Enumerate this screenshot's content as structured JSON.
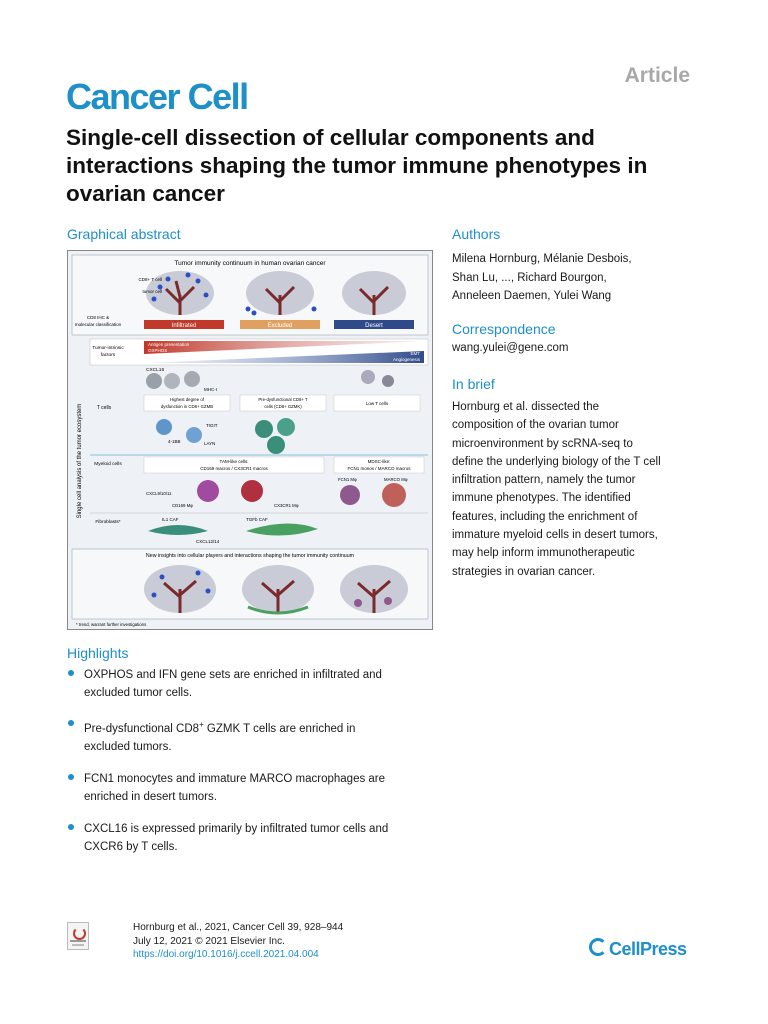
{
  "journal": "Cancer Cell",
  "article_type": "Article",
  "title": "Single-cell dissection of cellular components and interactions shaping the tumor immune phenotypes in ovarian cancer",
  "graphical_abstract": {
    "heading": "Graphical abstract",
    "top_title": "Tumor immunity continuum in human ovarian cancer",
    "labels": {
      "cd8_tcell": "CD8+ T cell",
      "tumor_cell": "tumor cell",
      "cd8_ihc": "CD8 IHC &",
      "molecular": "molecular classification",
      "infiltrated": "Infiltrated",
      "excluded": "Excluded",
      "desert": "Desert",
      "side_label": "Single cell analysis of the tumor ecosystem",
      "tumor_intrinsic": "Tumor-intrinsic",
      "factors": "factors",
      "antigen": "Antigen presentation",
      "oxphos": "OXPHOS",
      "emt": "EMT",
      "angiogenesis": "Angiogenesis",
      "cxcl16": "CXCL16",
      "mhc1": "MHC-I",
      "tcells": "T cells",
      "highest1": "Highest degree of",
      "highest2": "dysfunction in CD8+ GZMB",
      "predys1": "Pre-dysfunctional CD8+ T",
      "predys2": "cells (CD8+ GZMK)",
      "low_t": "Low T cells",
      "tigit": "TIGIT",
      "fourone": "4-1BB",
      "layn": "LAYN",
      "myeloid": "Myeloid cells",
      "tam1": "TAM-like cells:",
      "tam2": "CD169 macros / CX3CR1 macros",
      "mdsc1": "MDSC-like:",
      "mdsc2": "FCN1 monos / MARCO macros",
      "fcn1": "FCN1 Mφ",
      "marco": "MARCO Mφ",
      "cxcl9": "CXCL9/10/11",
      "cd169": "CD169 Mφ",
      "cx3cr1": "CX3CR1 Mφ",
      "fibro": "Fibroblasts*",
      "il1": "IL1 CAF",
      "tgfb": "TGFb CAF",
      "cxcl12": "CXCL12/14",
      "new_insights": "New insights into cellular players and interactions shaping the tumor immunity continuum",
      "footnote": "* trend, warrant further investigations"
    }
  },
  "authors": {
    "heading": "Authors",
    "lines": [
      "Milena Hornburg, Mélanie Desbois,",
      "Shan Lu, ..., Richard Bourgon,",
      "Anneleen Daemen, Yulei Wang"
    ]
  },
  "correspondence": {
    "heading": "Correspondence",
    "email": "wang.yulei@gene.com"
  },
  "in_brief": {
    "heading": "In brief",
    "lines": [
      "Hornburg et al. dissected the",
      "composition of the ovarian tumor",
      "microenvironment by scRNA-seq to",
      "define the underlying biology of the T cell",
      "infiltration pattern, namely the tumor",
      "immune phenotypes. The identified",
      "features, including the enrichment of",
      "immature myeloid cells in desert tumors,",
      "may help inform immunotherapeutic",
      "strategies in ovarian cancer."
    ]
  },
  "highlights": {
    "heading": "Highlights",
    "items": [
      {
        "l1": "OXPHOS and IFN gene sets are enriched in infiltrated and",
        "l2": "excluded tumor cells."
      },
      {
        "l1a": "Pre-dysfunctional CD8",
        "sup": "+",
        "l1b": " GZMK T cells are enriched in",
        "l2": "excluded tumors."
      },
      {
        "l1": "FCN1 monocytes and immature MARCO macrophages are",
        "l2": "enriched in desert tumors."
      },
      {
        "l1": "CXCL16 is expressed primarily by infiltrated tumor cells and",
        "l2": "CXCR6 by T cells."
      }
    ]
  },
  "citation": {
    "line1": "Hornburg et al., 2021, Cancer Cell 39, 928–944",
    "line2": "July 12, 2021 © 2021 Elsevier Inc.",
    "doi": "https://doi.org/10.1016/j.ccell.2021.04.004"
  },
  "publisher": "CellPress",
  "colors": {
    "brand": "#1d8fc9",
    "infiltrated": "#c0392b",
    "excluded": "#e0a060",
    "desert": "#2f4a8a"
  }
}
